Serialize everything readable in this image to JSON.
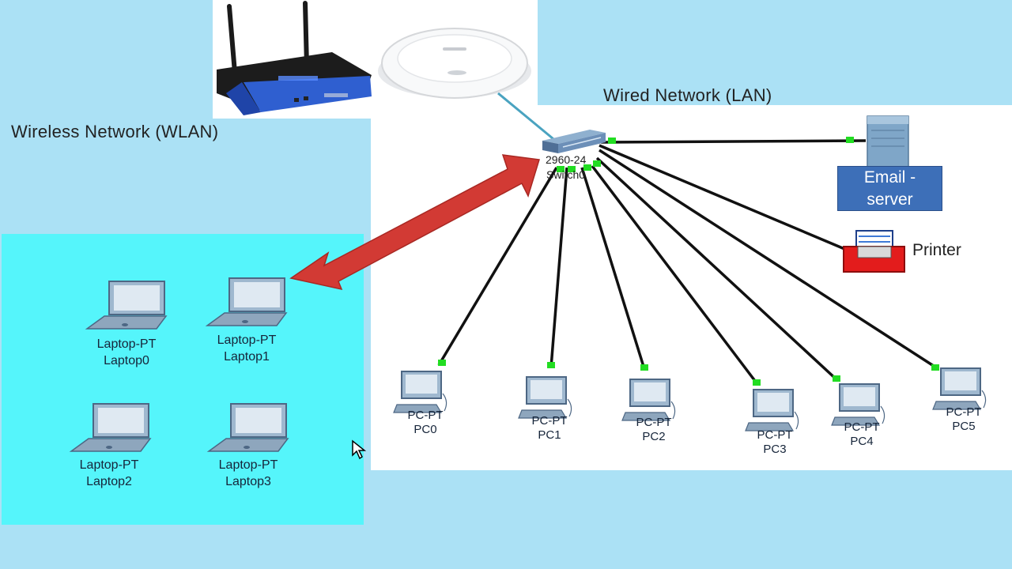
{
  "titles": {
    "wlan": "Wireless Network (WLAN)",
    "lan": "Wired Network (LAN)"
  },
  "switch": {
    "model": "2960-24",
    "name": "Switch0"
  },
  "email_server": {
    "line1": "Email -",
    "line2": "server"
  },
  "printer": {
    "label": "Printer"
  },
  "laptops": [
    {
      "type": "Laptop-PT",
      "name": "Laptop0"
    },
    {
      "type": "Laptop-PT",
      "name": "Laptop1"
    },
    {
      "type": "Laptop-PT",
      "name": "Laptop2"
    },
    {
      "type": "Laptop-PT",
      "name": "Laptop3"
    }
  ],
  "pcs": [
    {
      "type": "PC-PT",
      "name": "PC0"
    },
    {
      "type": "PC-PT",
      "name": "PC1"
    },
    {
      "type": "PC-PT",
      "name": "PC2"
    },
    {
      "type": "PC-PT",
      "name": "PC3"
    },
    {
      "type": "PC-PT",
      "name": "PC4"
    },
    {
      "type": "PC-PT",
      "name": "PC5"
    }
  ],
  "colors": {
    "wlan_panel": "#55f5fb",
    "background": "#abe1f5",
    "link": "#111111",
    "link_led": "#22dd22",
    "arrow": "#d23a34",
    "email_box": "#3d6fb8"
  },
  "icons": [
    "router-icon",
    "access-point-icon",
    "switch-icon",
    "server-icon",
    "printer-icon",
    "laptop-icon",
    "pc-icon",
    "arrow-icon",
    "cursor-icon"
  ]
}
